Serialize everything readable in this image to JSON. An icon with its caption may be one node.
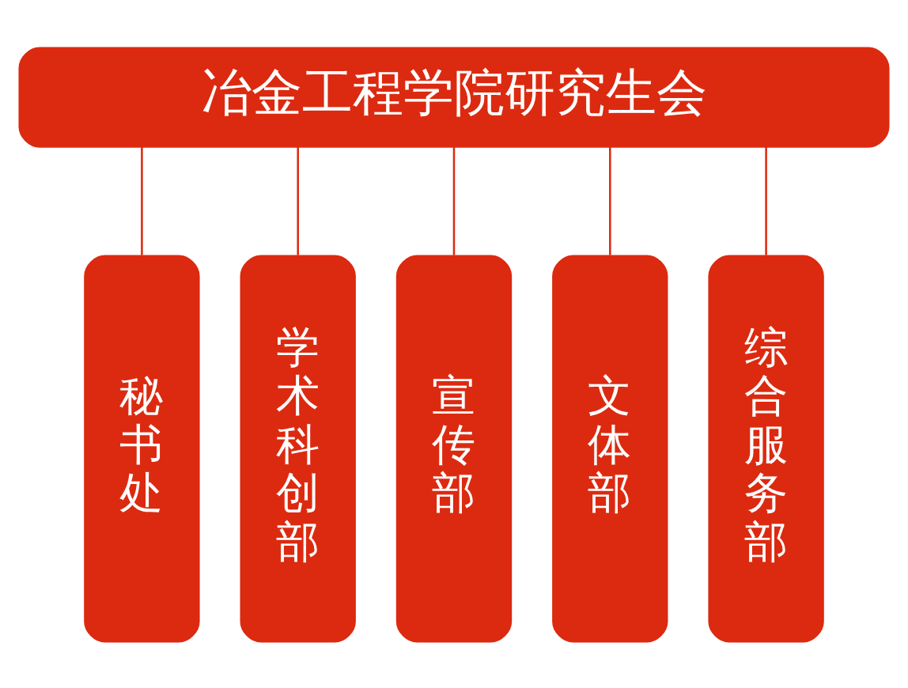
{
  "diagram": {
    "nodes": [
      {
        "text": [
          "冶金工程学院研究生会"
        ]
      },
      {
        "text": [
          "秘书处"
        ]
      },
      {
        "text": [
          "学术科创部"
        ]
      },
      {
        "text": [
          "宣传部"
        ]
      },
      {
        "text": [
          "文体部"
        ]
      },
      {
        "text": [
          "综合服务部"
        ]
      }
    ],
    "edges": [
      {
        "from": 0,
        "to": 1,
        "arrow": "none"
      },
      {
        "from": 0,
        "to": 2,
        "arrow": "none"
      },
      {
        "from": 0,
        "to": 3,
        "arrow": "none"
      },
      {
        "from": 0,
        "to": 4,
        "arrow": "none"
      },
      {
        "from": 0,
        "to": 5,
        "arrow": "none"
      }
    ]
  }
}
